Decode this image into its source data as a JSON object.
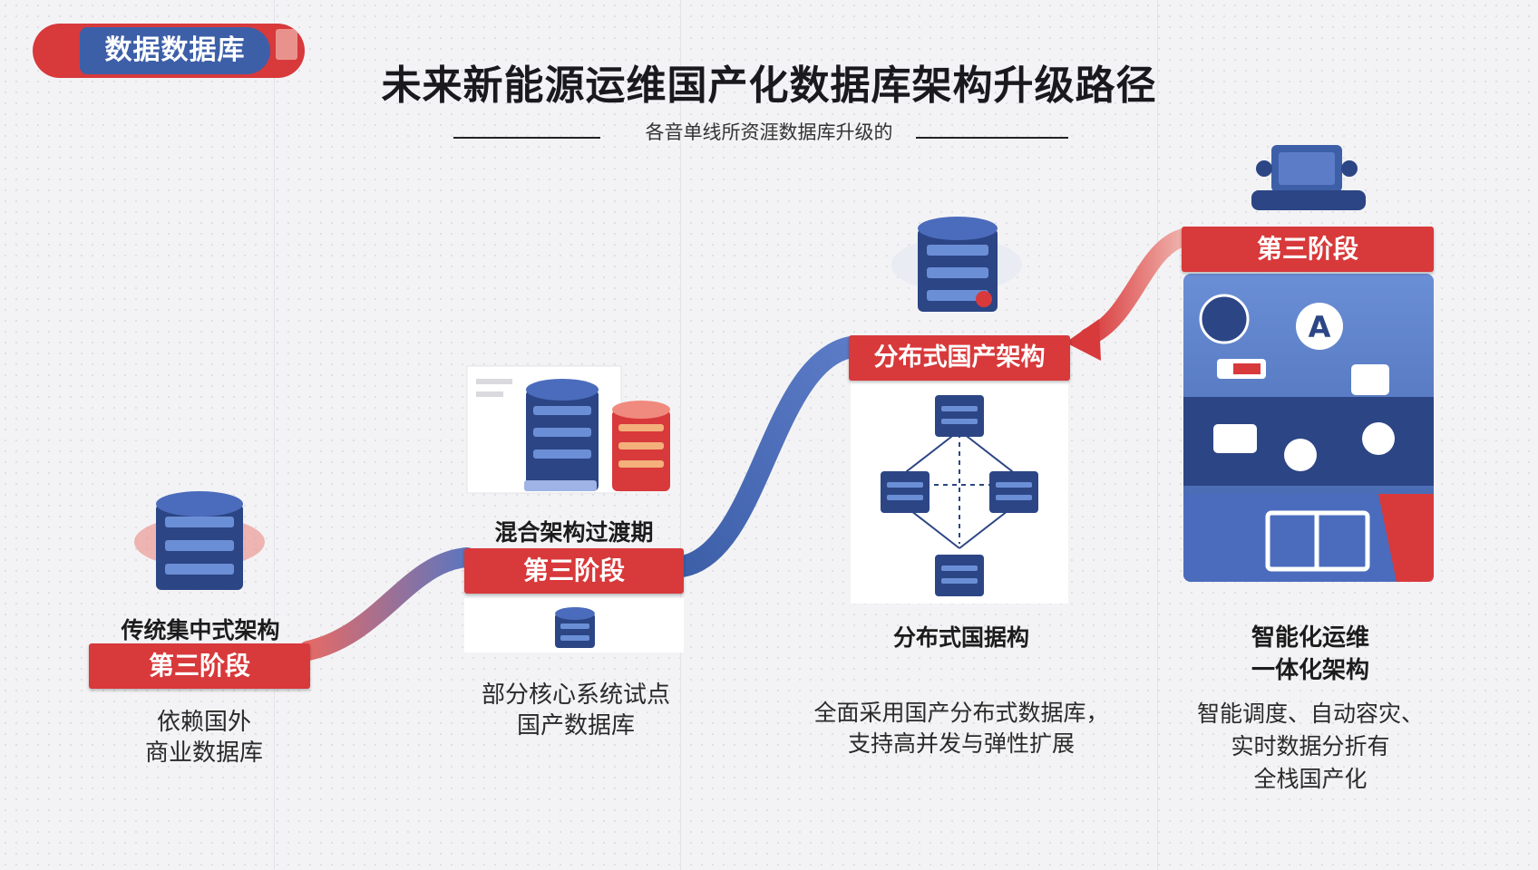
{
  "header": {
    "tag_label": "数据数据库",
    "title": "未来新能源运维国产化数据库架构升级路径",
    "subtitle": "各音单线所资涯数据库升级的"
  },
  "stages": [
    {
      "heading": "传统集中式架构",
      "badge": "第三阶段",
      "desc_lines": [
        "依赖国外",
        "商业数据库"
      ]
    },
    {
      "heading": "混合架构过渡期",
      "badge": "第三阶段",
      "desc_lines": [
        "部分核心系统试点",
        "国产数据库"
      ]
    },
    {
      "badge": "分布式国产架构",
      "heading": "分布式国据构",
      "desc_lines": [
        "全面采用国产分布式数据库，",
        "支持高并发与弹性扩展"
      ]
    },
    {
      "badge": "第三阶段",
      "heading_lines": [
        "智能化运维",
        "一体化架构"
      ],
      "desc_lines": [
        "智能调度、自动容灾、",
        "实时数据分折有",
        "全栈国产化"
      ]
    }
  ],
  "colors": {
    "red": "#d8393b",
    "blue": "#3d5fa8",
    "dark_blue": "#2c4585"
  }
}
